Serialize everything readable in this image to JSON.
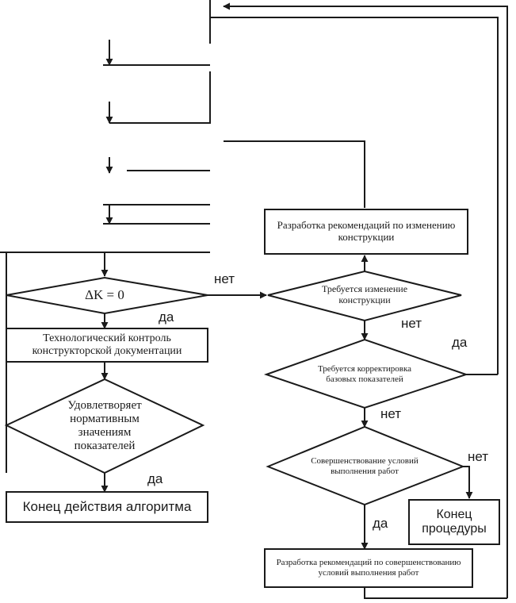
{
  "nodes": {
    "delta_k_check": "ΔK = 0",
    "tech_control": "Технологический контроль конструкторской документации",
    "satisfies_norms": "Удовлетворяет нормативным значениям показателей",
    "end_algorithm": "Конец действия алгоритма",
    "redesign_recommendations": "Разработка рекомендаций по изменению конструкции",
    "need_design_change": "Требуется изменение конструкции",
    "need_base_adjust": "Требуется корректировка базовых показателей",
    "improve_conditions": "Совершенствование условий выполнения работ",
    "end_procedure": "Конец процедуры",
    "conditions_recommendations": "Разработка рекомендаций по совершенствованию условий выполнения работ"
  },
  "edge_labels": {
    "no_delta": "нет",
    "yes_delta": "да",
    "no_design": "нет",
    "yes_base": "да",
    "no_base": "нет",
    "no_improve": "нет",
    "yes_satisfies": "да",
    "yes_improve": "да"
  },
  "colors": {
    "ink": "#1a1a1a",
    "background": "#ffffff"
  }
}
